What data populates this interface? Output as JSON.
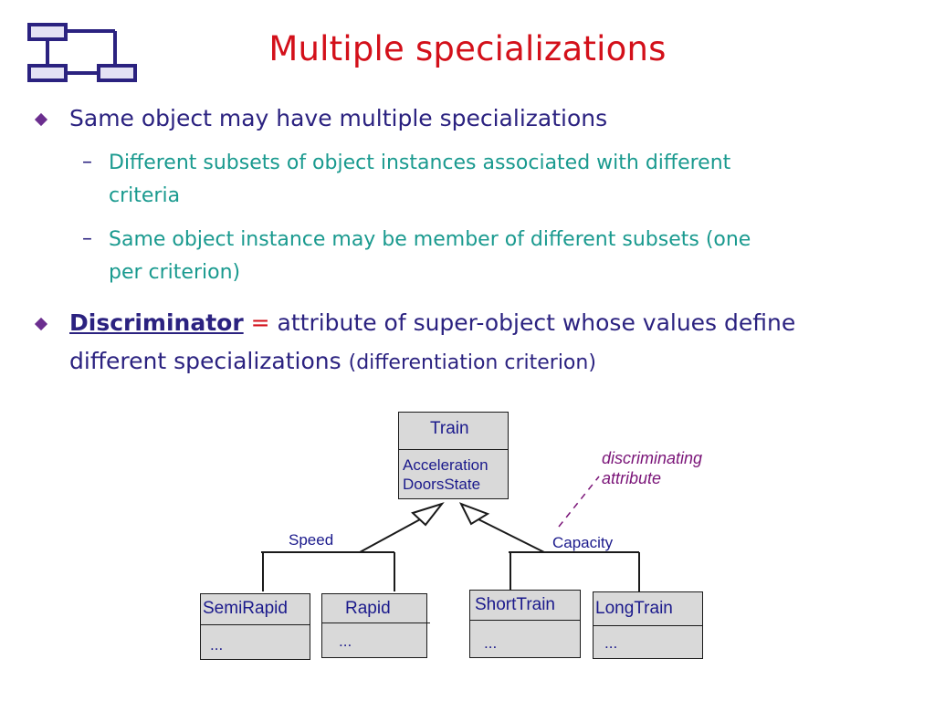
{
  "title": "Multiple specializations",
  "bullets": {
    "b1": "Same object may have multiple specializations",
    "b1_subs": [
      "Different subsets of object instances associated with different",
      "criteria",
      "Same object instance may be member of different subsets (one",
      "per criterion)"
    ],
    "b2_term": "Discriminator",
    "b2_eq": "=",
    "b2_text1": "attribute of super-object whose values define",
    "b2_text2": "different specializations",
    "b2_paren": "(differentiation criterion)",
    "dash": "–"
  },
  "diagram": {
    "superclass": {
      "name": "Train",
      "attributes": [
        "Acceleration",
        "DoorsState"
      ]
    },
    "discriminators": [
      "Speed",
      "Capacity"
    ],
    "subclasses": [
      {
        "name": "SemiRapid",
        "attr": "..."
      },
      {
        "name": "Rapid",
        "attr": "..."
      },
      {
        "name": "ShortTrain",
        "attr": "..."
      },
      {
        "name": "LongTrain",
        "attr": "..."
      }
    ],
    "note": [
      "discriminating",
      "attribute"
    ]
  },
  "colors": {
    "title": "#d3101a",
    "text": "#2b2280",
    "sub_text": "#1a9a8f",
    "bullet": "#6b2e8f",
    "note": "#7a1478",
    "box_fill": "#d9d9d9"
  }
}
